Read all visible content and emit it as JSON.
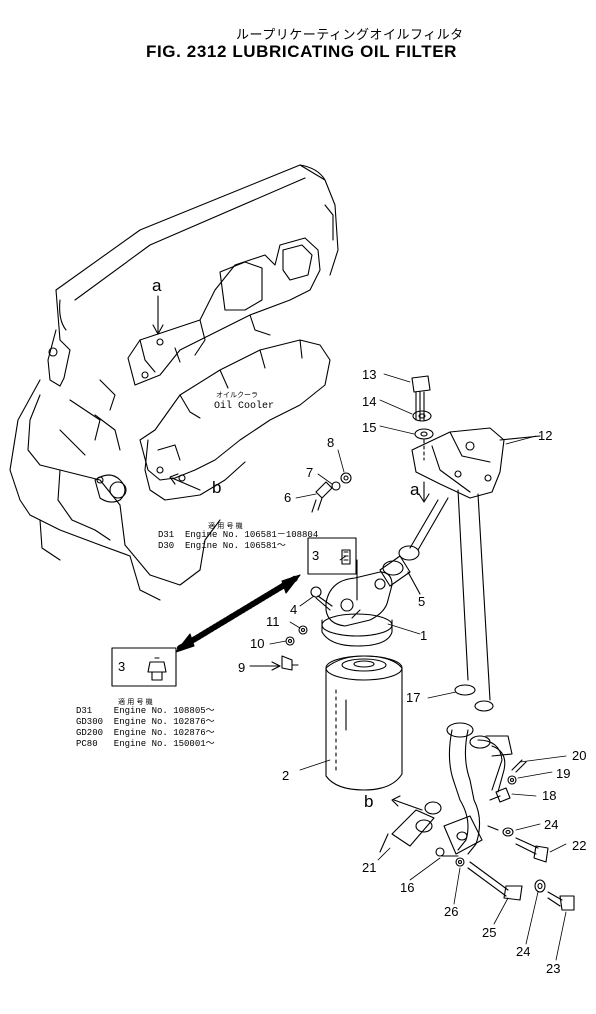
{
  "header": {
    "title_jp": "ループリケーティングオイルフィルタ",
    "title_en": "FIG. 2312  LUBRICATING OIL FILTER"
  },
  "labels": {
    "oil_cooler_jp": "オイルクーラ",
    "oil_cooler_en": "Oil Cooler",
    "applic_jp_1": "適 用 号 機",
    "applic_jp_2": "適 用 号 機",
    "serial_top": [
      "D31  Engine No. 106581－108804",
      "D30  Engine No. 106581～"
    ],
    "serial_bottom": [
      "D31    Engine No. 108805～",
      "GD300  Engine No. 102876～",
      "GD200  Engine No. 102876～",
      "PC80   Engine No. 150001～"
    ]
  },
  "callouts": {
    "n1": "1",
    "n2": "2",
    "n3a": "3",
    "n3b": "3",
    "n4": "4",
    "n5": "5",
    "n6": "6",
    "n7": "7",
    "n8": "8",
    "n9": "9",
    "n10": "10",
    "n11": "11",
    "n12": "12",
    "n13": "13",
    "n14": "14",
    "n15": "15",
    "n16": "16",
    "n17": "17",
    "n18": "18",
    "n19": "19",
    "n20": "20",
    "n21": "21",
    "n22": "22",
    "n23": "23",
    "n24a": "24",
    "n24b": "24",
    "n25": "25",
    "n26": "26",
    "la1": "a",
    "la2": "a",
    "lb1": "b",
    "lb2": "b"
  }
}
